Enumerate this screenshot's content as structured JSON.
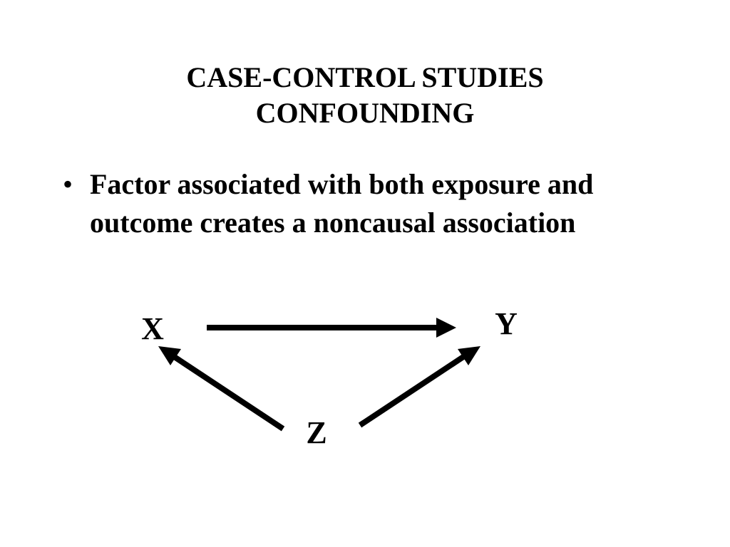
{
  "slide": {
    "title_line1": "CASE-CONTROL STUDIES",
    "title_line2": "CONFOUNDING",
    "bullets": [
      {
        "marker": "•",
        "text": "Factor associated with both exposure and outcome creates a noncausal association"
      }
    ]
  },
  "diagram": {
    "nodes": [
      {
        "id": "x",
        "label": "X"
      },
      {
        "id": "y",
        "label": "Y"
      },
      {
        "id": "z",
        "label": "Z"
      }
    ],
    "edges": [
      {
        "from": "X",
        "to": "Y"
      },
      {
        "from": "Z",
        "to": "X"
      },
      {
        "from": "Z",
        "to": "Y"
      }
    ],
    "line_color": "#000000"
  }
}
